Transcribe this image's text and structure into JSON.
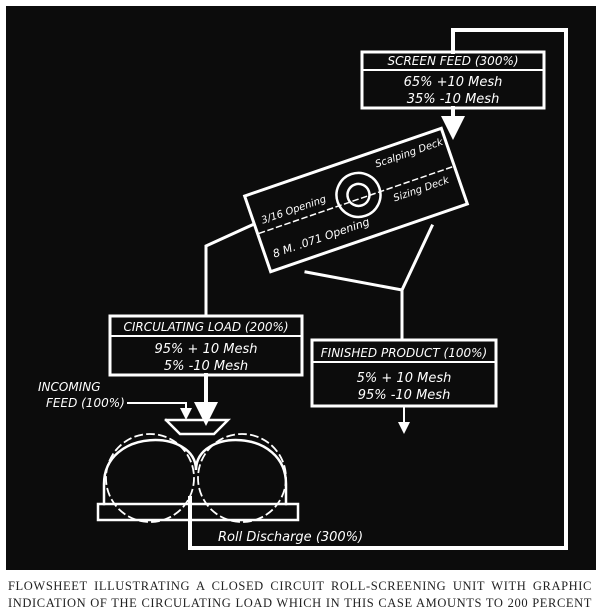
{
  "diagram": {
    "screen_feed": {
      "title": "SCREEN FEED (300%)",
      "line1": "65% +10 Mesh",
      "line2": "35% -10 Mesh"
    },
    "screen": {
      "top_opening": "3/16 Opening",
      "scalping_deck": "Scalping Deck",
      "bottom_opening": "8 M. .071 Opening",
      "sizing_deck": "Sizing Deck"
    },
    "circulating_load": {
      "title": "CIRCULATING LOAD (200%)",
      "line1": "95% + 10 Mesh",
      "line2": "5% -10 Mesh"
    },
    "finished_product": {
      "title": "FINISHED PRODUCT (100%)",
      "line1": "5% + 10 Mesh",
      "line2": "95% -10 Mesh"
    },
    "incoming_feed": {
      "line1": "INCOMING",
      "line2": "FEED (100%)"
    },
    "roll_discharge": "Roll Discharge (300%)"
  },
  "caption": {
    "line1": "FLOWSHEET ILLUSTRATING A CLOSED CIRCUIT ROLL-SCREENING UNIT WITH GRAPHIC",
    "line2": "INDICATION OF THE CIRCULATING LOAD WHICH IN THIS CASE AMOUNTS TO 200 PERCENT"
  }
}
